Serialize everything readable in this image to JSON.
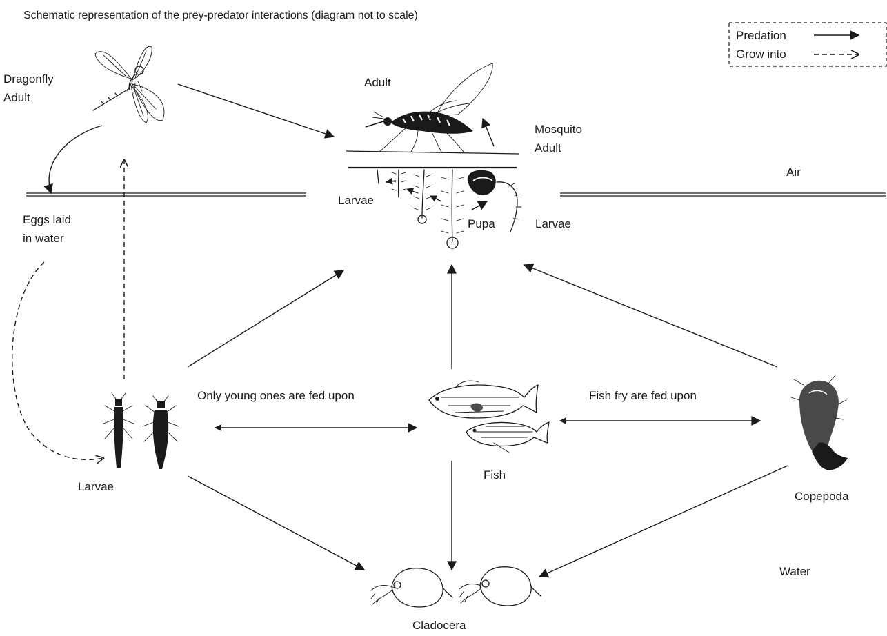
{
  "title": "Schematic representation of the prey-predator interactions (diagram not to scale)",
  "legend": {
    "predation_label": "Predation",
    "grow_into_label": "Grow into"
  },
  "zones": {
    "air": "Air",
    "water": "Water"
  },
  "dragonfly": {
    "adult_label_line1": "Dragonfly",
    "adult_label_line2": "Adult",
    "eggs_label_line1": "Eggs laid",
    "eggs_label_line2": "in water",
    "larvae_label": "Larvae"
  },
  "mosquito": {
    "adult_label": "Adult",
    "mosquito_adult_line1": "Mosquito",
    "mosquito_adult_line2": "Adult",
    "larvae_left_label": "Larvae",
    "larvae_right_label": "Larvae",
    "pupa_label": "Pupa"
  },
  "fish": {
    "label": "Fish"
  },
  "copepoda": {
    "label": "Copepoda"
  },
  "cladocera": {
    "label": "Cladocera"
  },
  "interactions": {
    "young_ones": "Only young ones are fed upon",
    "fish_fry": "Fish fry are fed upon"
  },
  "colors": {
    "ink": "#1a1a1a",
    "background": "#ffffff"
  }
}
